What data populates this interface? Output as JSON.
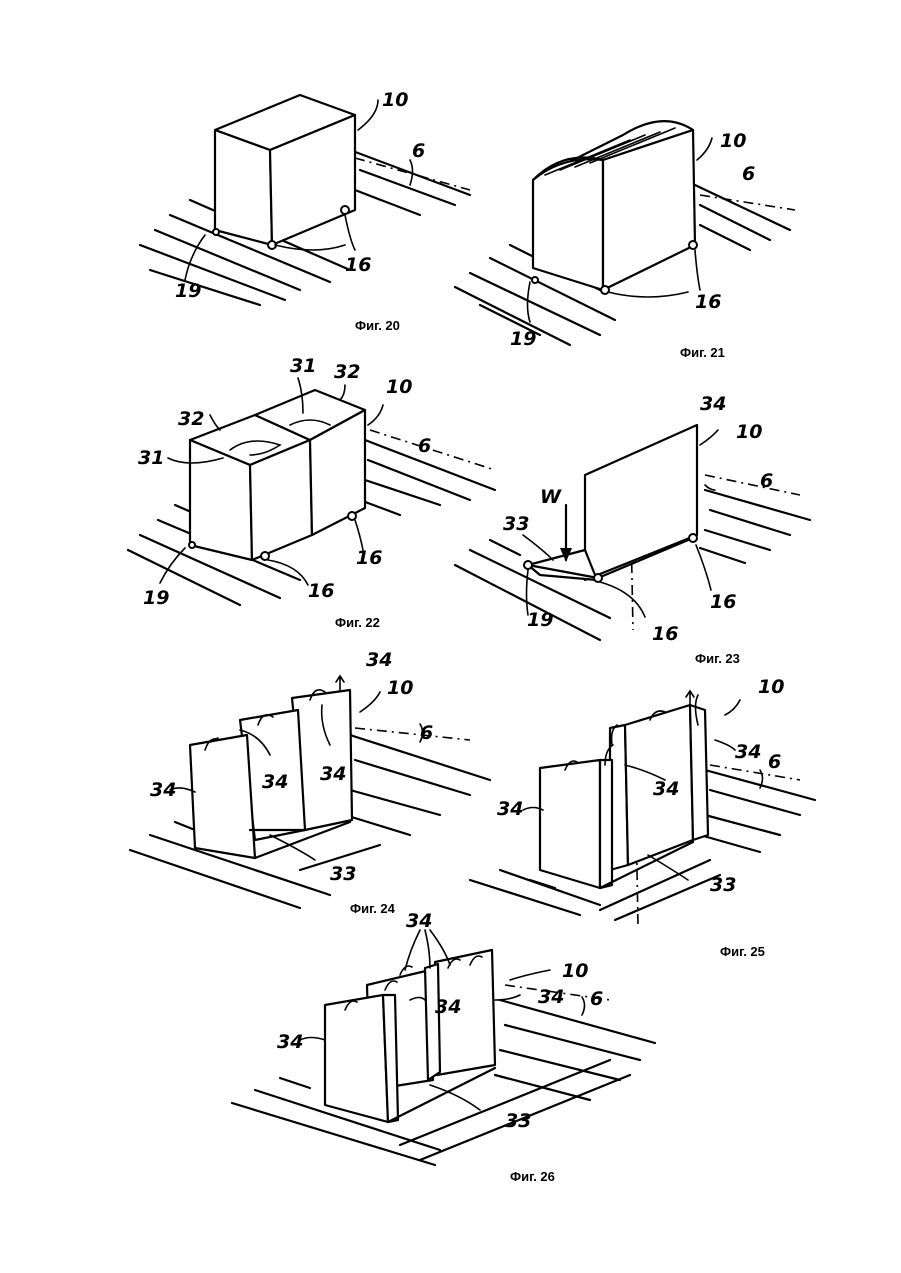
{
  "figures": [
    {
      "caption": "Фиг. 20",
      "labels": {
        "body": "10",
        "track": "6",
        "left": "19",
        "right": "16"
      }
    },
    {
      "caption": "Фиг. 21",
      "labels": {
        "body": "10",
        "track": "6",
        "left": "19",
        "right": "16"
      }
    },
    {
      "caption": "Фиг. 22",
      "labels": {
        "body": "10",
        "track": "6",
        "left": "19",
        "front": "16",
        "right": "16",
        "opening_a": "31",
        "opening_b": "31",
        "flap_a": "32",
        "flap_b": "32"
      }
    },
    {
      "caption": "Фиг. 23",
      "labels": {
        "body": "10",
        "track": "6",
        "left": "19",
        "front": "16",
        "right": "16",
        "base": "33",
        "panel": "34",
        "force": "W"
      }
    },
    {
      "caption": "Фиг. 24",
      "labels": {
        "body": "10",
        "track": "6",
        "base": "33",
        "panel_left": "34",
        "panel_mid": "34",
        "panel_right": "34",
        "panel_top": "34"
      }
    },
    {
      "caption": "Фиг. 25",
      "labels": {
        "body": "10",
        "track": "6",
        "base": "33",
        "panel_left": "34",
        "panel_mid": "34",
        "panel_right": "34"
      }
    },
    {
      "caption": "Фиг. 26",
      "labels": {
        "body": "10",
        "track": "6",
        "base": "33",
        "panel_left": "34",
        "panel_mid": "34",
        "panel_right": "34",
        "panel_top": "34"
      }
    }
  ]
}
